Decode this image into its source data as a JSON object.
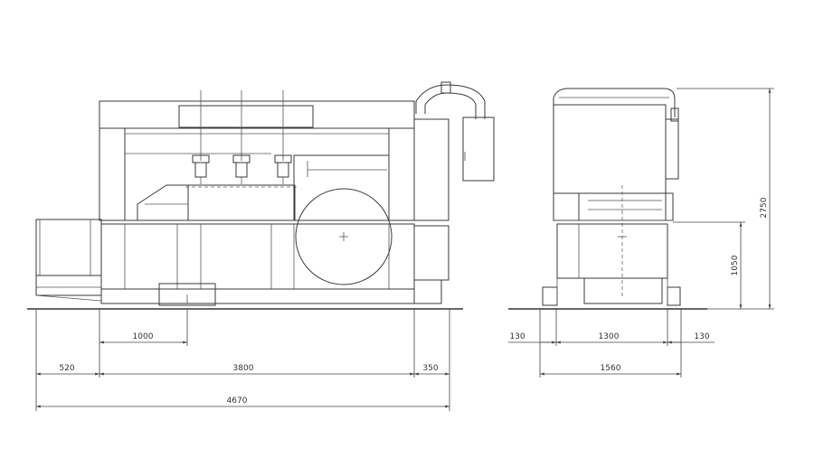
{
  "colors": {
    "line": "#3a3a3a",
    "background": "#ffffff"
  },
  "front_view": {
    "dimensions": {
      "d1000": "1000",
      "d520": "520",
      "d3800": "3800",
      "d350": "350",
      "d4670": "4670"
    }
  },
  "side_view": {
    "dimensions": {
      "d130_left": "130",
      "d1300": "1300",
      "d130_right": "130",
      "d1560": "1560",
      "d1050": "1050",
      "d2750": "2750"
    }
  }
}
